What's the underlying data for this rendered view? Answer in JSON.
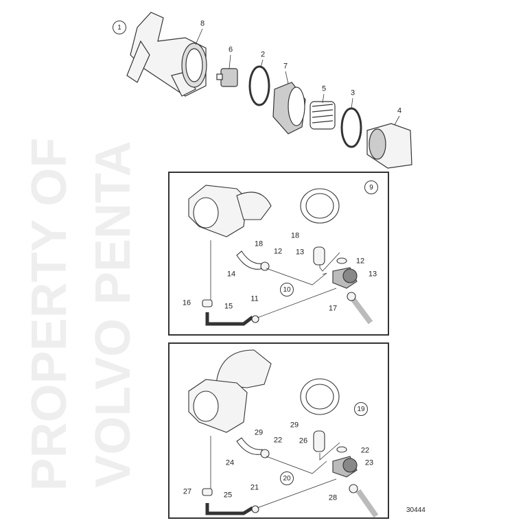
{
  "watermark": {
    "line1": "PROPERTY OF",
    "line2": "VOLVO PENTA"
  },
  "drawing_number": "30444",
  "top_assembly": {
    "group_ref": "1",
    "callouts": [
      "8",
      "6",
      "2",
      "7",
      "5",
      "3",
      "4"
    ]
  },
  "panel_a": {
    "group_ref": "9",
    "sub_ref": "10",
    "callouts": [
      "18",
      "13",
      "12",
      "13",
      "18",
      "12",
      "14",
      "16",
      "15",
      "11",
      "17"
    ]
  },
  "panel_b": {
    "group_ref": "19",
    "sub_ref": "20",
    "callouts": [
      "29",
      "26",
      "22",
      "23",
      "29",
      "22",
      "24",
      "27",
      "25",
      "21",
      "28"
    ]
  },
  "colors": {
    "line": "#333333",
    "part_fill": "#f4f4f4",
    "shade": "#9a9a9a",
    "watermark": "#eeeeee"
  }
}
